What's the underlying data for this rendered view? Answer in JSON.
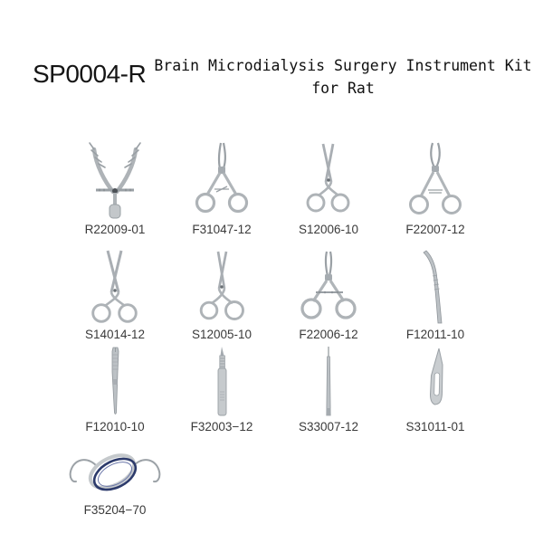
{
  "header": {
    "product_code": "SP0004-R",
    "title_line1": "Brain Microdialysis Surgery Instrument Kit",
    "title_line2": "for Rat"
  },
  "products": [
    {
      "label": "R22009-01",
      "icon": "alm-retractor"
    },
    {
      "label": "F31047-12",
      "icon": "hemostatic-forceps"
    },
    {
      "label": "S12006-10",
      "icon": "operating-scissors"
    },
    {
      "label": "F22007-12",
      "icon": "mosquito-forceps"
    },
    {
      "label": "S14014-12",
      "icon": "operating-scissors"
    },
    {
      "label": "S12005-10",
      "icon": "operating-scissors"
    },
    {
      "label": "F22006-12",
      "icon": "hemostatic-forceps"
    },
    {
      "label": "F12011-10",
      "icon": "curved-forceps"
    },
    {
      "label": "F12010-10",
      "icon": "straight-forceps"
    },
    {
      "label": "F32003−12",
      "icon": "scalpel-handle"
    },
    {
      "label": "S33007-12",
      "icon": "micro-knife"
    },
    {
      "label": "S31011-01",
      "icon": "scalpel-blade"
    },
    {
      "label": "F35204−70",
      "icon": "ring-retractor"
    }
  ],
  "colors": {
    "background": "#ffffff",
    "metal_light": "#c6cacd",
    "metal_mid": "#aeb3b7",
    "metal_dark": "#8f959a",
    "ring_accent_navy": "#2c3a6b",
    "label_text": "#3a3a3a",
    "title_text": "#101010"
  }
}
